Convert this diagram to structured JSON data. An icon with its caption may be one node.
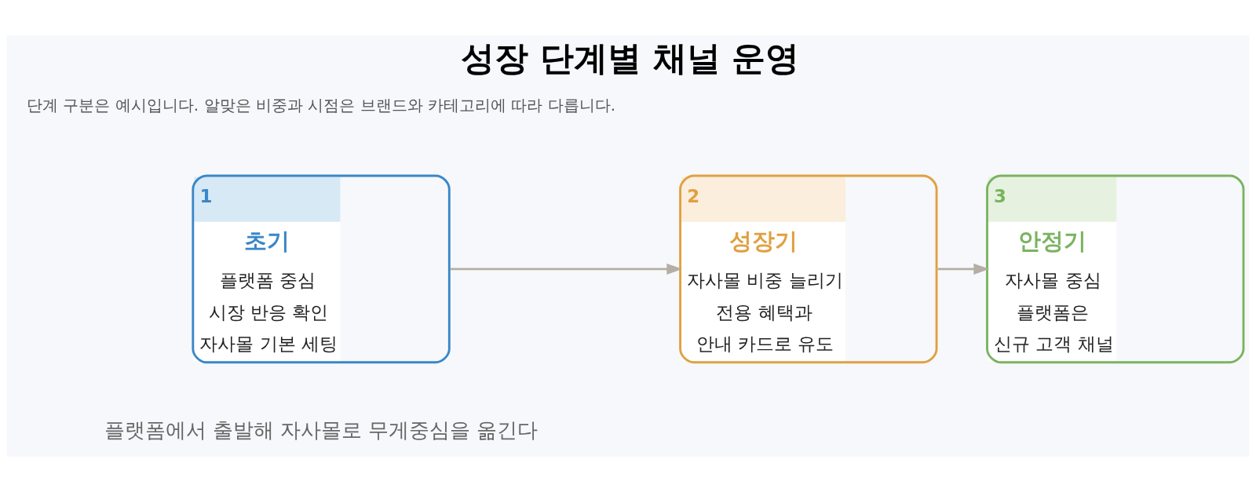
{
  "diagram": {
    "title": "성장 단계별 채널 운영",
    "caption": "단계 구분은 예시입니다. 알맞은 비중과 시점은 브랜드와 카테고리에 따라 다릅니다.",
    "nodes": [
      {
        "text": [
          "1",
          "초기",
          "플랫폼 중심",
          "시장 반응 확인",
          "자사몰 기본 세팅"
        ]
      },
      {
        "text": [
          "2",
          "성장기",
          "자사몰 비중 늘리기",
          "전용 혜택과",
          "안내 카드로 유도"
        ]
      },
      {
        "text": [
          "3",
          "안정기",
          "자사몰 중심",
          "플랫폼은",
          "신규 고객 채널"
        ]
      }
    ],
    "edges": [
      {
        "from": 0,
        "to": 1,
        "arrow": "to"
      },
      {
        "from": 1,
        "to": 2,
        "arrow": "to"
      }
    ],
    "labels": [
      "플랫폼에서 출발해 자사몰로 무게중심을 옮긴다"
    ]
  }
}
